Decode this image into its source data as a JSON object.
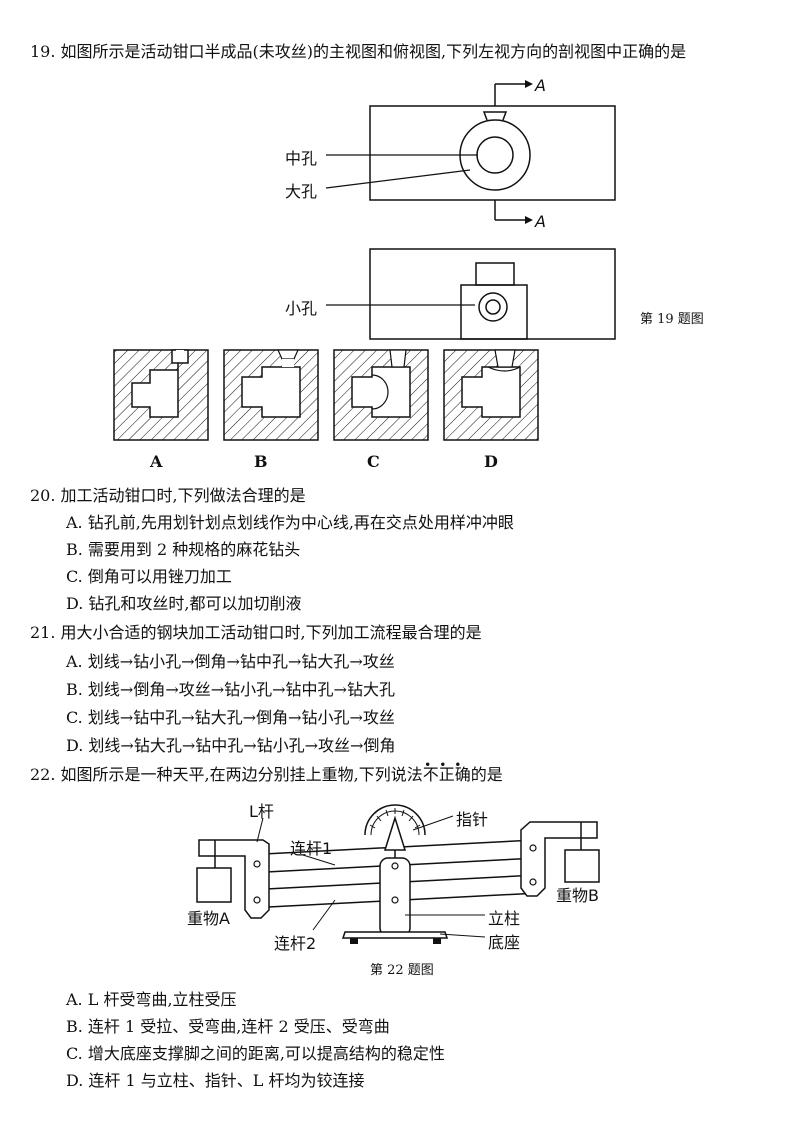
{
  "q19": {
    "stem": "19. 如图所示是活动钳口半成品(未攻丝)的主视图和俯视图,下列左视方向的剖视图中正确的是",
    "label_middle_hole": "中孔",
    "label_big_hole": "大孔",
    "label_small_hole": "小孔",
    "section_mark": "A",
    "fig_caption": "第 19 题图",
    "choices": [
      "A",
      "B",
      "C",
      "D"
    ]
  },
  "q20": {
    "stem": "20. 加工活动钳口时,下列做法合理的是",
    "options": [
      "A. 钻孔前,先用划针划点划线作为中心线,再在交点处用样冲冲眼",
      "B. 需要用到 2 种规格的麻花钻头",
      "C. 倒角可以用锉刀加工",
      "D. 钻孔和攻丝时,都可以加切削液"
    ]
  },
  "q21": {
    "stem": "21. 用大小合适的钢块加工活动钳口时,下列加工流程最合理的是",
    "options": [
      "A. 划线→钻小孔→倒角→钻中孔→钻大孔→攻丝",
      "B. 划线→倒角→攻丝→钻小孔→钻中孔→钻大孔",
      "C. 划线→钻中孔→钻大孔→倒角→钻小孔→攻丝",
      "D. 划线→钻大孔→钻中孔→钻小孔→攻丝→倒角"
    ]
  },
  "q22": {
    "stem_pre": "22. 如图所示是一种天平,在两边分别挂上重物,下列说法",
    "stem_em": "不正确",
    "stem_post": "的是",
    "label_l_rod": "L杆",
    "label_pointer": "指针",
    "label_link1": "连杆1",
    "label_link2": "连杆2",
    "label_weight_a": "重物A",
    "label_weight_b": "重物B",
    "label_post": "立柱",
    "label_base": "底座",
    "fig_caption": "第 22 题图",
    "options": [
      "A. L 杆受弯曲,立柱受压",
      "B. 连杆 1 受拉、受弯曲,连杆 2 受压、受弯曲",
      "C. 增大底座支撑脚之间的距离,可以提高结构的稳定性",
      "D. 连杆 1 与立柱、指针、L 杆均为铰连接"
    ]
  }
}
